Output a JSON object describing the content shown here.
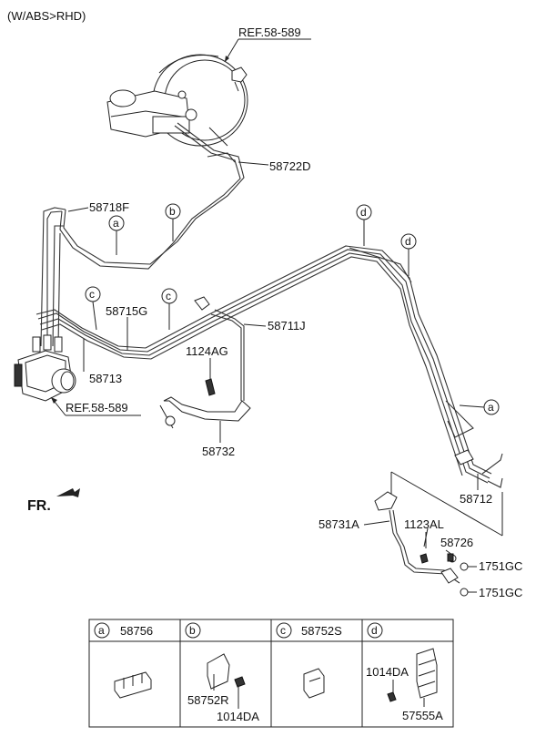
{
  "header": {
    "variant": "(W/ABS>RHD)"
  },
  "references": {
    "top": "REF.58-589",
    "left": "REF.58-589"
  },
  "callouts": {
    "p58722D": "58722D",
    "p58718F": "58718F",
    "p58715G": "58715G",
    "p58711J": "58711J",
    "p1124AG": "1124AG",
    "p58713": "58713",
    "p58732": "58732",
    "p58712": "58712",
    "p58731A": "58731A",
    "p1123AL": "1123AL",
    "p58726": "58726",
    "p1751GC_a": "1751GC",
    "p1751GC_b": "1751GC"
  },
  "circle_labels": {
    "a": "a",
    "b": "b",
    "c": "c",
    "d": "d"
  },
  "direction_label": "FR.",
  "legend": {
    "cells": [
      {
        "letter": "a",
        "part": "58756",
        "parts_below": []
      },
      {
        "letter": "b",
        "part": "",
        "parts_below": [
          "58752R",
          "1014DA"
        ]
      },
      {
        "letter": "c",
        "part": "58752S",
        "parts_below": []
      },
      {
        "letter": "d",
        "part": "",
        "parts_below": [
          "1014DA",
          "57555A"
        ]
      }
    ]
  }
}
